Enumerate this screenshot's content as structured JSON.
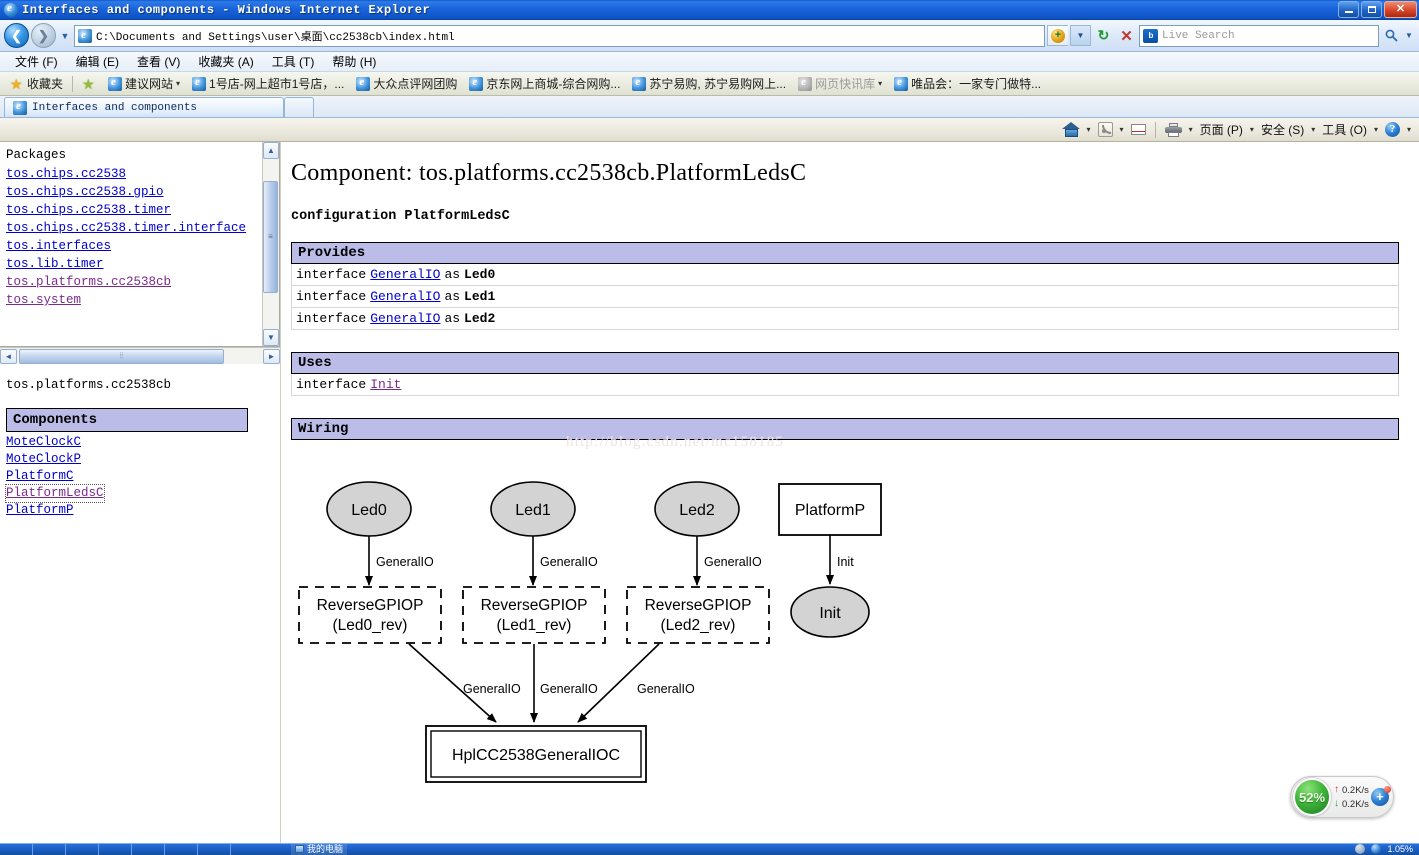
{
  "window": {
    "title": "Interfaces and components - Windows Internet Explorer",
    "minimize_label": "_",
    "restore_label": "❐",
    "close_label": "✕"
  },
  "addressbar": {
    "back_label": "◄",
    "forward_label": "►",
    "history_dropdown": "▼",
    "url": "C:\\Documents and Settings\\user\\桌面\\cc2538cb\\index.html",
    "shield_glyph": "+",
    "shield_dropdown": "▼",
    "refresh_glyph": "↻",
    "stop_glyph": "✕",
    "search_placeholder": "Live Search",
    "search_engine_badge": "b",
    "search_go_glyph": "🔍",
    "search_dropdown": "▼"
  },
  "menubar": {
    "items": [
      {
        "label": "文件 (F)"
      },
      {
        "label": "编辑 (E)"
      },
      {
        "label": "查看 (V)"
      },
      {
        "label": "收藏夹 (A)"
      },
      {
        "label": "工具 (T)"
      },
      {
        "label": "帮助 (H)"
      }
    ]
  },
  "favoritesbar": {
    "favorites_label": "收藏夹",
    "items": [
      {
        "label": "建议网站",
        "has_caret": true,
        "gray": false
      },
      {
        "label": "1号店-网上超市1号店，...",
        "has_caret": false,
        "gray": false
      },
      {
        "label": "大众点评网团购",
        "has_caret": false,
        "gray": false
      },
      {
        "label": "京东网上商城-综合网购...",
        "has_caret": false,
        "gray": false
      },
      {
        "label": "苏宁易购, 苏宁易购网上...",
        "has_caret": false,
        "gray": false
      },
      {
        "label": "网页快讯库",
        "has_caret": true,
        "gray": true
      },
      {
        "label": "唯品会：一家专门做特...",
        "has_caret": false,
        "gray": false
      }
    ]
  },
  "tabbar": {
    "tabs": [
      {
        "label": "Interfaces and components"
      }
    ],
    "new_tab_label": ""
  },
  "commandbar": {
    "home_label": "",
    "feeds_label": "",
    "mail_label": "",
    "print_label": "",
    "items": [
      {
        "label": "页面 (P)"
      },
      {
        "label": "安全 (S)"
      },
      {
        "label": "工具 (O)"
      }
    ],
    "help_glyph": "?",
    "caret": "▾"
  },
  "sidebar": {
    "packages_heading": "Packages",
    "packages": [
      {
        "label": "tos.chips.cc2538",
        "visited": false
      },
      {
        "label": "tos.chips.cc2538.gpio",
        "visited": false
      },
      {
        "label": "tos.chips.cc2538.timer",
        "visited": false
      },
      {
        "label": "tos.chips.cc2538.timer.interface",
        "visited": false
      },
      {
        "label": "tos.interfaces",
        "visited": false
      },
      {
        "label": "tos.lib.timer",
        "visited": false
      },
      {
        "label": "tos.platforms.cc2538cb",
        "visited": true
      },
      {
        "label": "tos.system",
        "visited": true
      }
    ],
    "current_package": "tos.platforms.cc2538cb",
    "components_heading": "Components",
    "components": [
      {
        "label": "MoteClockC",
        "visited": false,
        "focused": false
      },
      {
        "label": "MoteClockP",
        "visited": false,
        "focused": false
      },
      {
        "label": "PlatformC",
        "visited": false,
        "focused": false
      },
      {
        "label": "PlatformLedsC",
        "visited": true,
        "focused": true
      },
      {
        "label": "PlatformP",
        "visited": false,
        "focused": false
      }
    ],
    "scroll_up": "▲",
    "scroll_down": "▼",
    "scroll_left": "◄",
    "scroll_right": "►",
    "grip": "≡"
  },
  "document": {
    "title": "Component: tos.platforms.cc2538cb.PlatformLedsC",
    "subtitle": "configuration PlatformLedsC",
    "watermark": "http://blog.csdn.net/mc158185",
    "sections": [
      {
        "heading": "Provides",
        "rows": [
          {
            "prefix": "interface",
            "link": "GeneralIO",
            "link_visited": false,
            "middle": "as",
            "bold": "Led0"
          },
          {
            "prefix": "interface",
            "link": "GeneralIO",
            "link_visited": false,
            "middle": "as",
            "bold": "Led1"
          },
          {
            "prefix": "interface",
            "link": "GeneralIO",
            "link_visited": false,
            "middle": "as",
            "bold": "Led2"
          }
        ]
      },
      {
        "heading": "Uses",
        "rows": [
          {
            "prefix": "interface",
            "link": "Init",
            "link_visited": true,
            "middle": "",
            "bold": ""
          }
        ]
      },
      {
        "heading": "Wiring",
        "rows": []
      }
    ]
  },
  "wiring_diagram": {
    "nodes": [
      {
        "id": "led0",
        "label": "Led0",
        "shape": "ellipse",
        "fill": "#d3d3d3"
      },
      {
        "id": "led1",
        "label": "Led1",
        "shape": "ellipse",
        "fill": "#d3d3d3"
      },
      {
        "id": "led2",
        "label": "Led2",
        "shape": "ellipse",
        "fill": "#d3d3d3"
      },
      {
        "id": "platp",
        "label": "PlatformP",
        "shape": "rect",
        "fill": "#ffffff"
      },
      {
        "id": "rev0",
        "label": "ReverseGPIOP",
        "label2": "(Led0_rev)",
        "shape": "dashed-rect",
        "fill": "#ffffff"
      },
      {
        "id": "rev1",
        "label": "ReverseGPIOP",
        "label2": "(Led1_rev)",
        "shape": "dashed-rect",
        "fill": "#ffffff"
      },
      {
        "id": "rev2",
        "label": "ReverseGPIOP",
        "label2": "(Led2_rev)",
        "shape": "dashed-rect",
        "fill": "#ffffff"
      },
      {
        "id": "init",
        "label": "Init",
        "shape": "ellipse",
        "fill": "#d3d3d3"
      },
      {
        "id": "hpl",
        "label": "HplCC2538GeneralIOC",
        "shape": "double-rect",
        "fill": "#ffffff"
      }
    ],
    "edges": [
      {
        "from": "led0",
        "to": "rev0",
        "label": "GeneralIO"
      },
      {
        "from": "led1",
        "to": "rev1",
        "label": "GeneralIO"
      },
      {
        "from": "led2",
        "to": "rev2",
        "label": "GeneralIO"
      },
      {
        "from": "platp",
        "to": "init",
        "label": "Init"
      },
      {
        "from": "rev0",
        "to": "hpl",
        "label": "GeneralIO"
      },
      {
        "from": "rev1",
        "to": "hpl",
        "label": "GeneralIO"
      },
      {
        "from": "rev2",
        "to": "hpl",
        "label": "GeneralIO"
      }
    ]
  },
  "network_widget": {
    "percent": "52%",
    "upload_rate": "0.2K/s",
    "download_rate": "0.2K/s",
    "up_arrow": "↑",
    "down_arrow": "↓",
    "add_glyph": "+"
  },
  "taskbar": {
    "task_label": "我的电脑",
    "tray_text": "1.05%"
  },
  "colors": {
    "title_blue": "#1b66dd",
    "section_header": "#bcbce8",
    "link": "#0000cc",
    "visited_link": "#7b2a8c",
    "node_fill": "#d3d3d3",
    "widget_green": "#3fb63a"
  }
}
